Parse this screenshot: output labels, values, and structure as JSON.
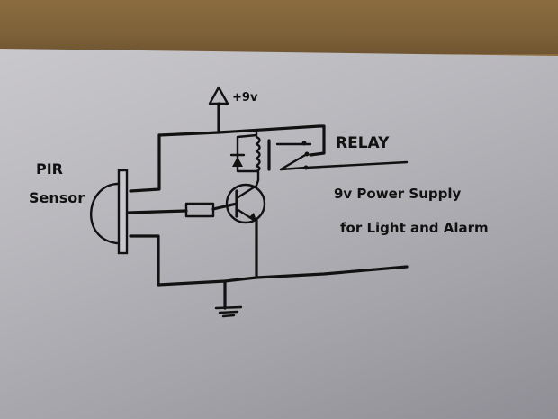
{
  "diagram": {
    "title": "PIR motion sensor relay circuit (hand-drawn)",
    "labels": {
      "supply": "+9v",
      "relay": "RELAY",
      "sensor_line1": "PIR",
      "sensor_line2": "Sensor",
      "output_line1": "9v Power Supply",
      "output_line2": "for Light and Alarm"
    },
    "components": [
      {
        "id": "pir-sensor",
        "type": "PIR sensor",
        "pins": 3
      },
      {
        "id": "resistor",
        "type": "base resistor"
      },
      {
        "id": "transistor",
        "type": "NPN transistor"
      },
      {
        "id": "diode",
        "type": "flyback diode"
      },
      {
        "id": "relay",
        "type": "relay coil + SPDT contact"
      },
      {
        "id": "supply",
        "type": "+9V rail"
      },
      {
        "id": "ground",
        "type": "ground"
      }
    ],
    "colors": {
      "ink": "#111111",
      "paper": "#bdbcc1",
      "table": "#8a6a3e"
    }
  }
}
